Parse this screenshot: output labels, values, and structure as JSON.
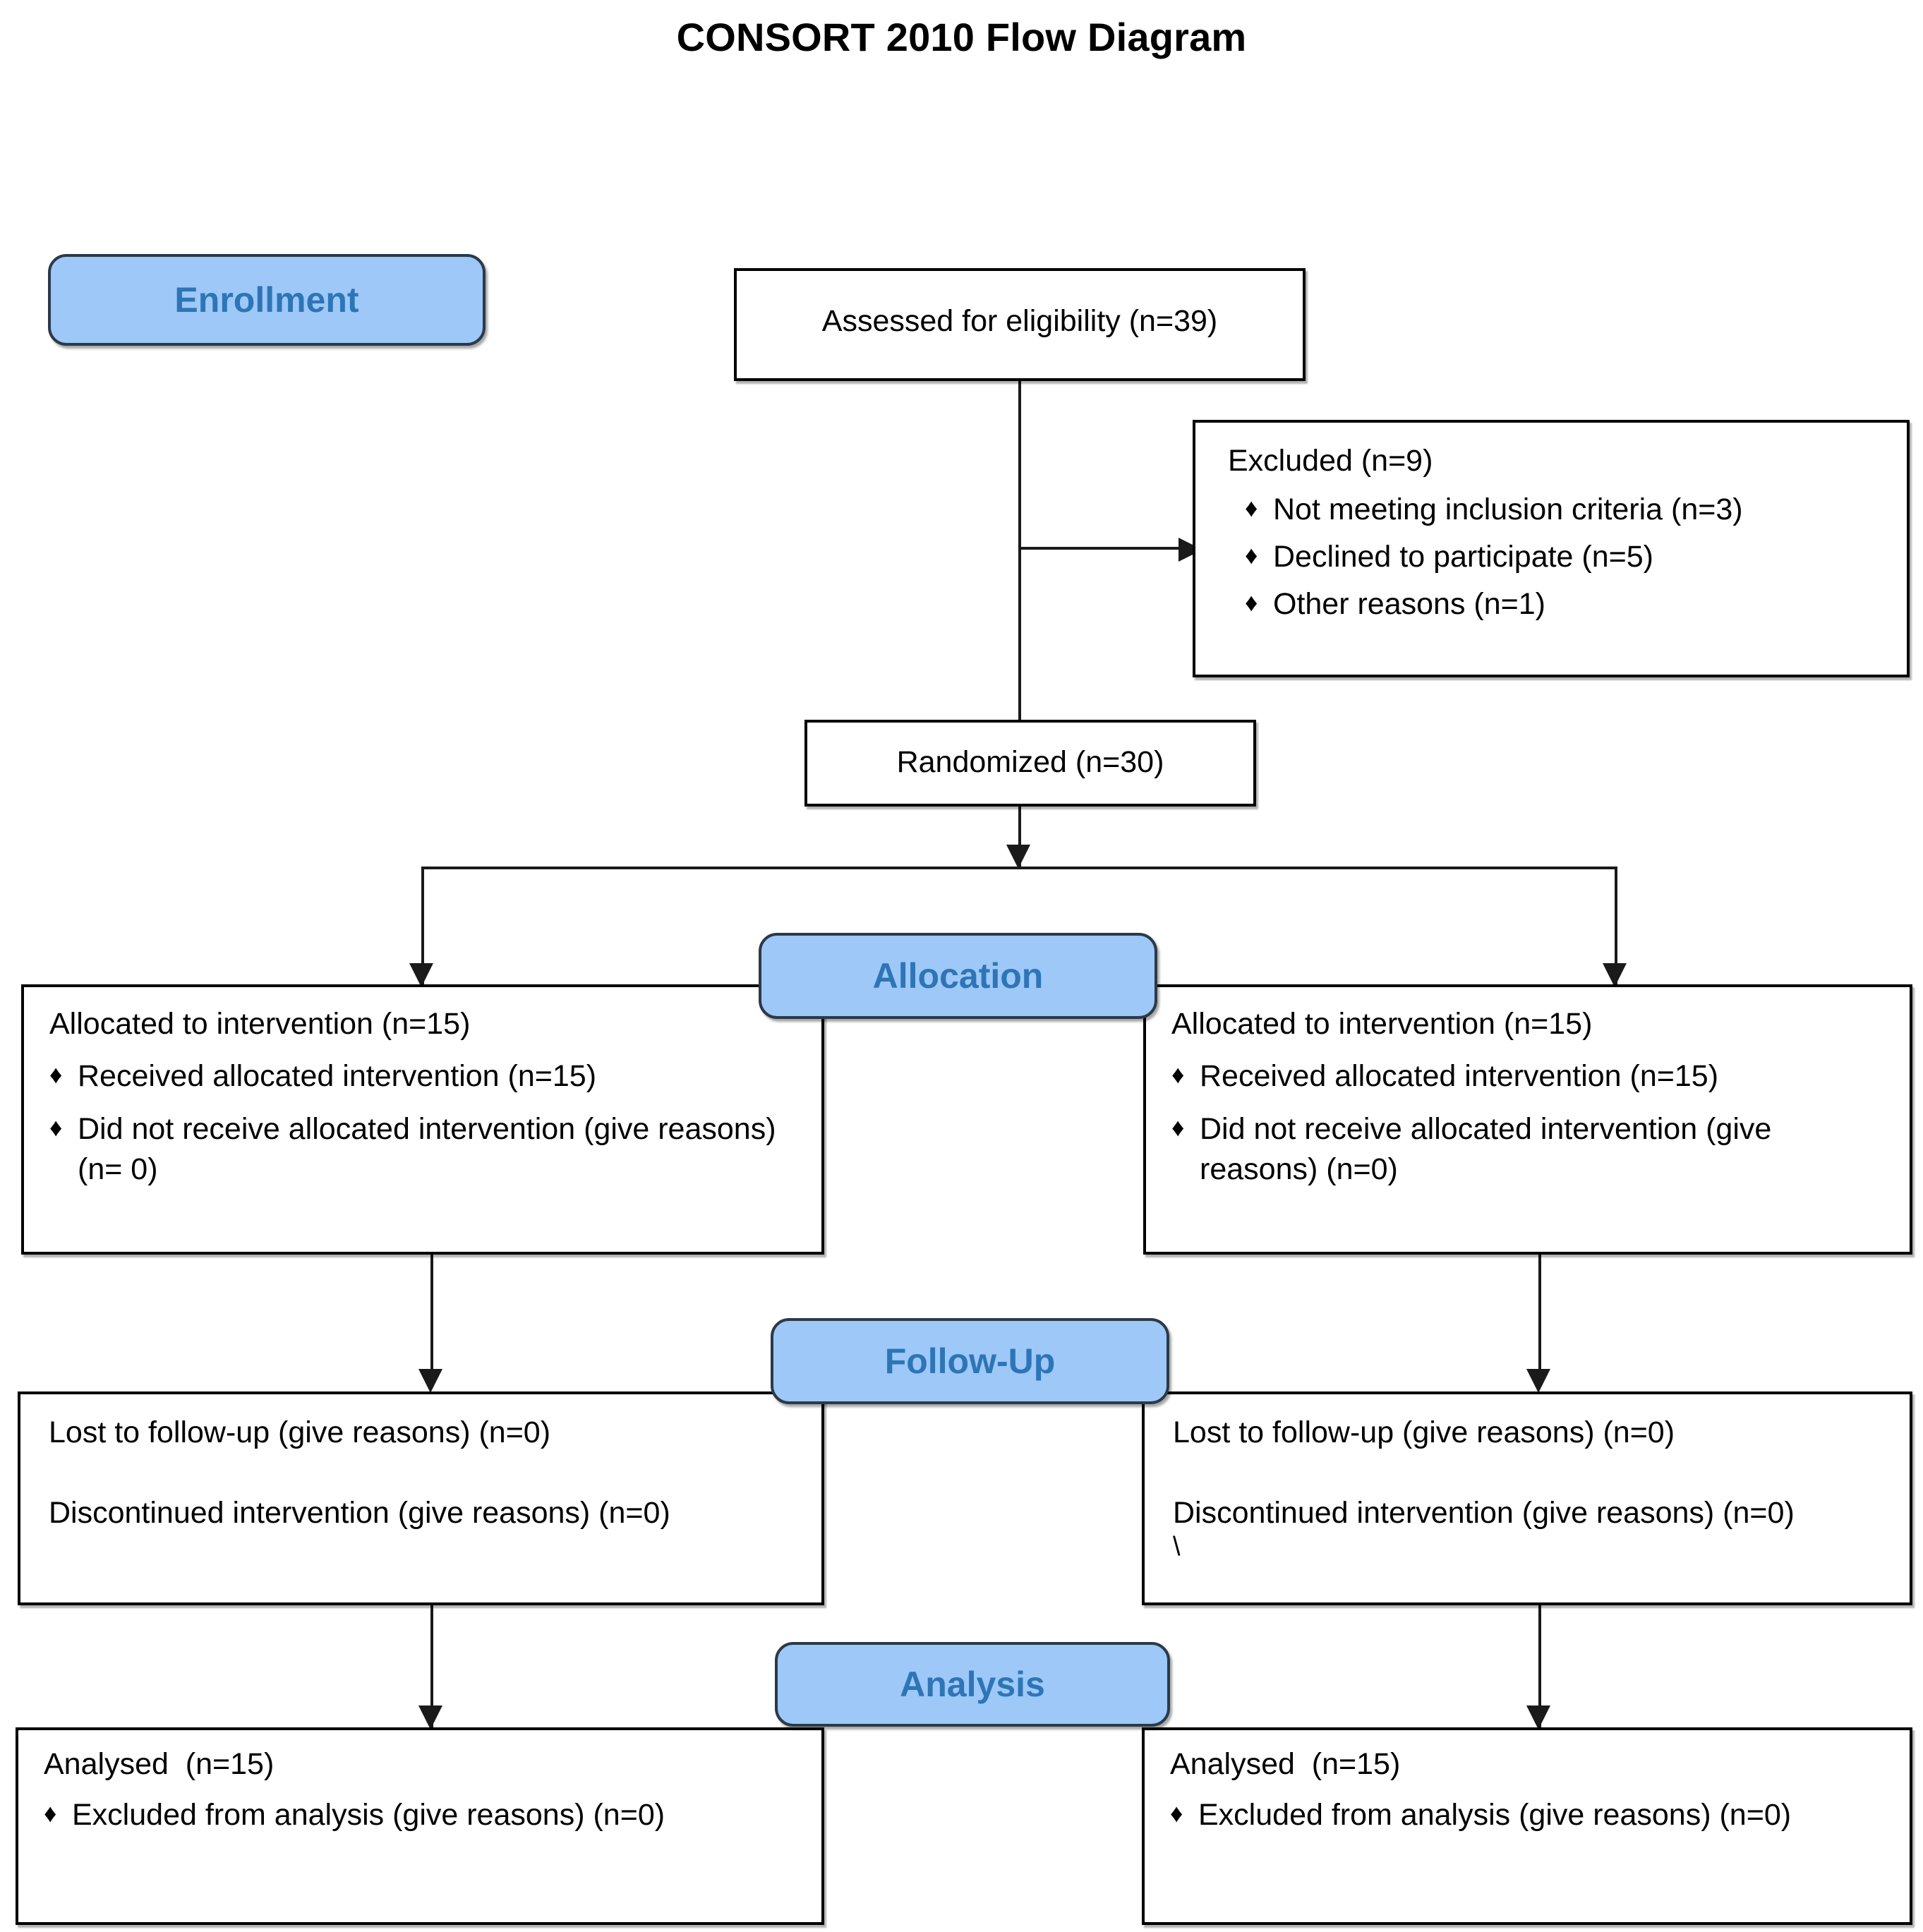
{
  "title": "CONSORT 2010 Flow Diagram",
  "colors": {
    "badge_fill": "#9DC8F8",
    "badge_text": "#2E75B6",
    "badge_border": "#2B3A48",
    "box_border": "#000000",
    "line": "#1a1a1a",
    "page_background": "#ffffff"
  },
  "stages": {
    "enrollment": "Enrollment",
    "allocation": "Allocation",
    "follow_up": "Follow-Up",
    "analysis": "Analysis"
  },
  "enrollment": {
    "assessed": "Assessed for eligibility (n=39)",
    "excluded": {
      "heading": "Excluded (n=9)",
      "bullet_glyph": "♦",
      "items": [
        "Not meeting inclusion criteria (n=3)",
        "Declined to participate (n=5)",
        "Other reasons (n=1)"
      ]
    },
    "randomized": "Randomized (n=30)"
  },
  "allocation": {
    "bullet_glyph": "♦",
    "left": {
      "heading": "Allocated to intervention (n=15)",
      "items": [
        "Received allocated intervention (n=15)",
        "Did not receive allocated intervention (give reasons) (n= 0)"
      ]
    },
    "right": {
      "heading": "Allocated to intervention (n=15)",
      "items": [
        "Received allocated intervention (n=15)",
        "Did not receive allocated intervention (give reasons) (n=0)"
      ]
    }
  },
  "follow_up": {
    "left": {
      "line1": "Lost to follow-up (give reasons) (n=0)",
      "line2": "Discontinued intervention (give reasons) (n=0)",
      "stray": ""
    },
    "right": {
      "line1": "Lost to follow-up (give reasons) (n=0)",
      "line2": "Discontinued intervention (give reasons) (n=0)",
      "stray": "\\"
    }
  },
  "analysis": {
    "bullet_glyph": "♦",
    "left": {
      "heading": "Analysed  (n=15)",
      "items": [
        "Excluded from analysis (give reasons) (n=0)"
      ]
    },
    "right": {
      "heading": "Analysed  (n=15)",
      "items": [
        "Excluded from analysis (give reasons) (n=0)"
      ]
    }
  }
}
